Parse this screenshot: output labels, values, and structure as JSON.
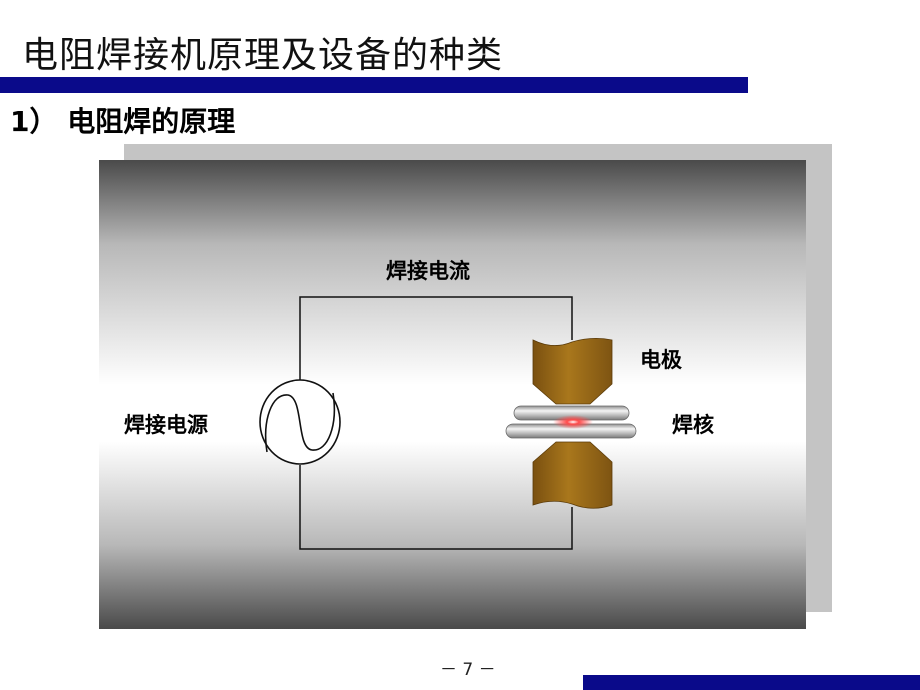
{
  "slide": {
    "title": "电阻焊接机原理及设备的种类",
    "section_heading": "1） 电阻焊的原理",
    "page_number": "－ 7 －"
  },
  "diagram": {
    "labels": {
      "current": "焊接电流",
      "electrode": "电极",
      "power_source": "焊接电源",
      "nugget": "焊核"
    }
  },
  "colors": {
    "title_rule": "#0a0a8a",
    "electrode": "#9a6a14",
    "nugget": "#ff3b3b"
  }
}
